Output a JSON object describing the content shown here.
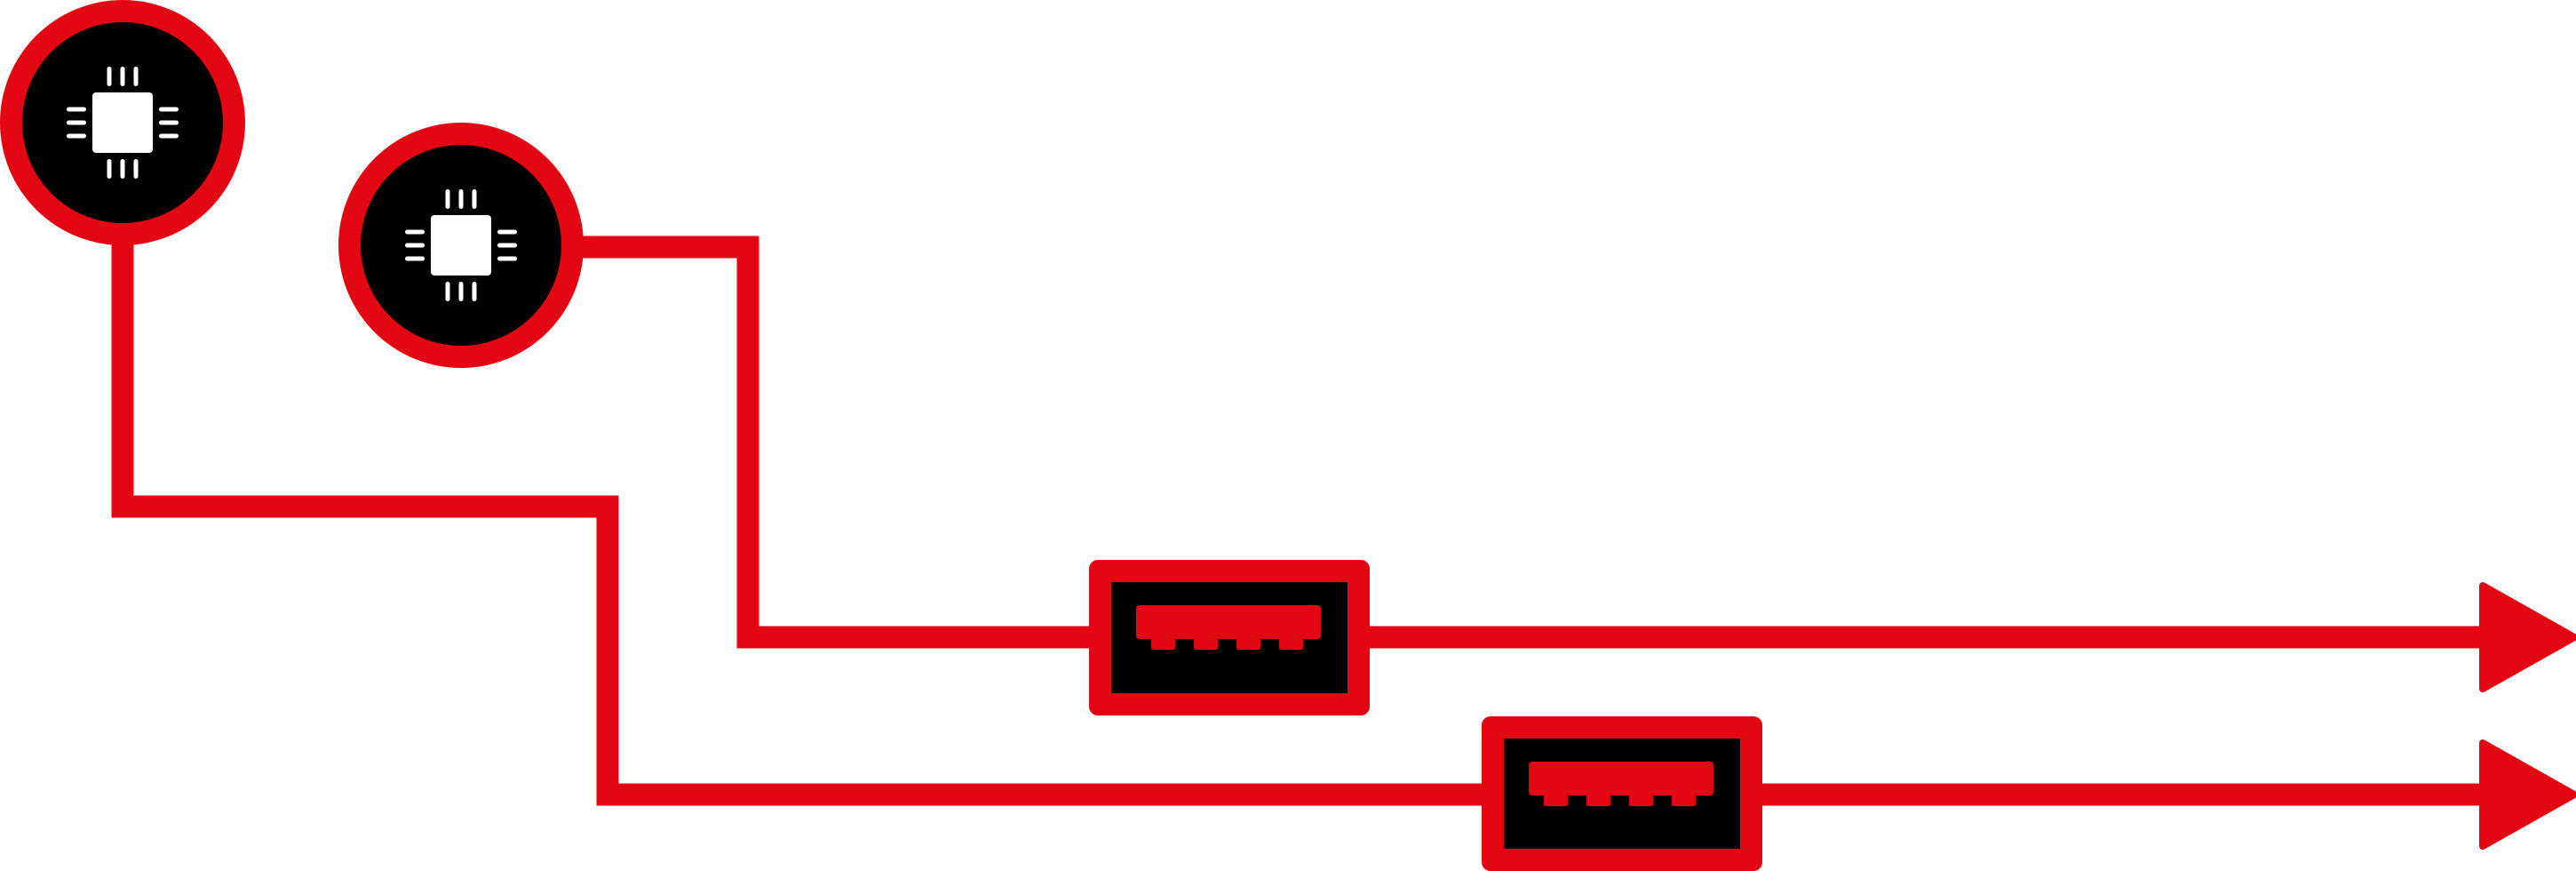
{
  "diagram": {
    "colors": {
      "accent": "#E30613",
      "dark": "#000000",
      "light": "#FFFFFF",
      "background": "#FFFFFF"
    },
    "nodes": [
      {
        "id": "chip-1",
        "icon": "cpu-chip-icon"
      },
      {
        "id": "chip-2",
        "icon": "cpu-chip-icon"
      },
      {
        "id": "port-1",
        "icon": "usb-port-icon"
      },
      {
        "id": "port-2",
        "icon": "usb-port-icon"
      }
    ],
    "connections": [
      {
        "from": "chip-2",
        "via": "port-1",
        "ends_with": "arrow"
      },
      {
        "from": "chip-1",
        "via": "port-2",
        "ends_with": "arrow"
      }
    ]
  }
}
